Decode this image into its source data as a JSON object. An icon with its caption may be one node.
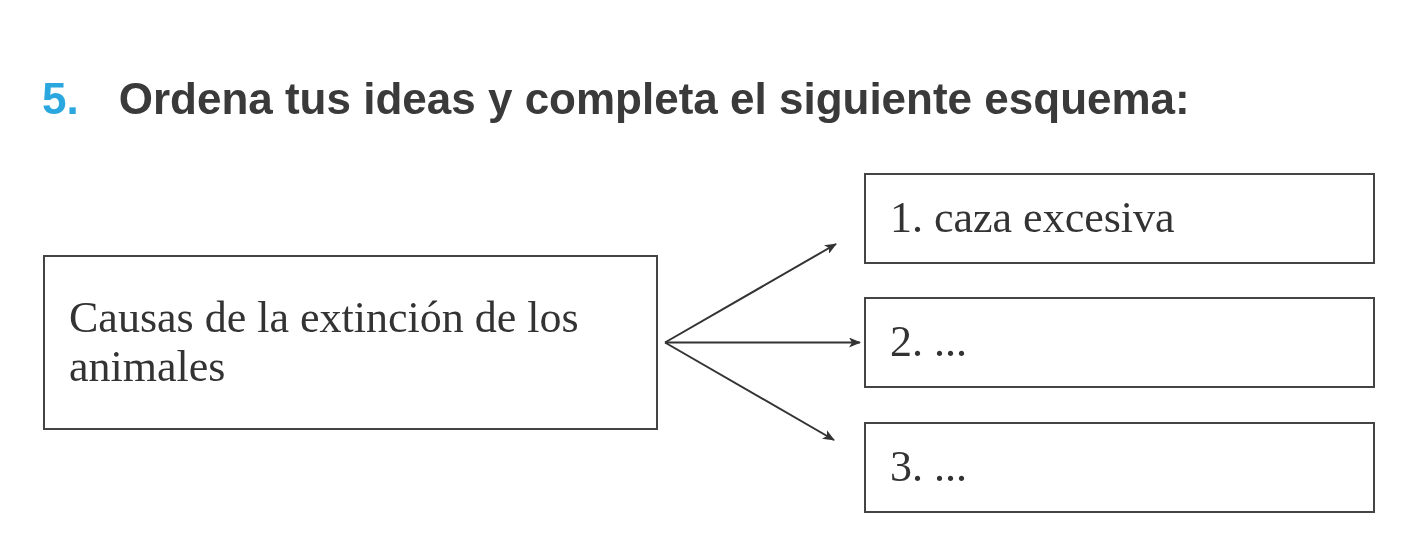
{
  "diagram": {
    "title": "Ordena tus ideas y completa el siguiente esquema:",
    "nodes": [
      {
        "text": [
          "Causas de la extinción de los animales"
        ]
      },
      {
        "text": [
          "1. caza excesiva"
        ]
      },
      {
        "text": [
          "2. ..."
        ]
      },
      {
        "text": [
          "3. ..."
        ]
      }
    ],
    "edges": [
      {
        "from": 0,
        "to": 1,
        "arrow": "to"
      },
      {
        "from": 0,
        "to": 2,
        "arrow": "to"
      },
      {
        "from": 0,
        "to": 3,
        "arrow": "to"
      }
    ],
    "labels": [
      "5."
    ]
  }
}
